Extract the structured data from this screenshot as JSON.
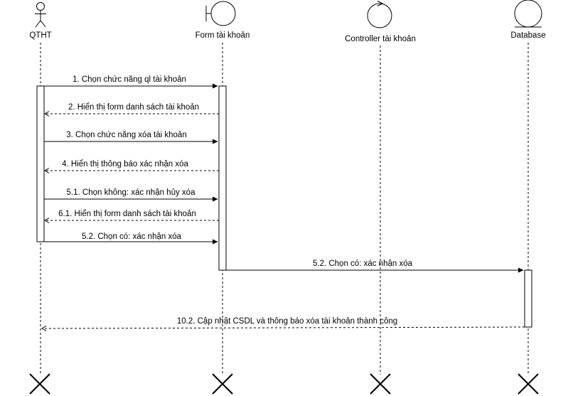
{
  "participants": [
    {
      "id": "qtht",
      "kind": "actor",
      "label": "QTHT"
    },
    {
      "id": "form",
      "kind": "boundary",
      "label": "Form tài khoản"
    },
    {
      "id": "controller",
      "kind": "control",
      "label": "Controller tài khoản"
    },
    {
      "id": "db",
      "kind": "entity",
      "label": "Database"
    }
  ],
  "messages": [
    {
      "id": "m1",
      "label": "1. Chọn chức năng ql tài khoản",
      "from": "qtht",
      "to": "form",
      "style": "sync"
    },
    {
      "id": "m2",
      "label": "2. Hiển thị form danh sách tài khoản",
      "from": "form",
      "to": "qtht",
      "style": "return"
    },
    {
      "id": "m3",
      "label": "3. Chọn chức năng xóa tài khoản",
      "from": "qtht",
      "to": "form",
      "style": "sync"
    },
    {
      "id": "m4",
      "label": "4. Hiển thị thông báo xác nhận xóa",
      "from": "form",
      "to": "qtht",
      "style": "return"
    },
    {
      "id": "m5",
      "label": "5.1. Chọn không: xác nhận hủy xóa",
      "from": "qtht",
      "to": "form",
      "style": "sync"
    },
    {
      "id": "m6",
      "label": "6.1. Hiển thị form danh sách tài khoản",
      "from": "form",
      "to": "qtht",
      "style": "return"
    },
    {
      "id": "m7",
      "label": "5.2. Chọn có: xác nhận xóa",
      "from": "qtht",
      "to": "form",
      "style": "sync"
    },
    {
      "id": "m8",
      "label": "5.2. Chọn có: xác nhận xóa",
      "from": "form",
      "to": "db",
      "style": "sync"
    },
    {
      "id": "m9",
      "label": "10.2. Cập nhật CSDL và thông báo xóa tài khoản thành công",
      "from": "db",
      "to": "qtht",
      "style": "return"
    }
  ],
  "colors": {
    "line": "#000000",
    "background": "#ffffff",
    "activation_fill": "#ffffff"
  }
}
